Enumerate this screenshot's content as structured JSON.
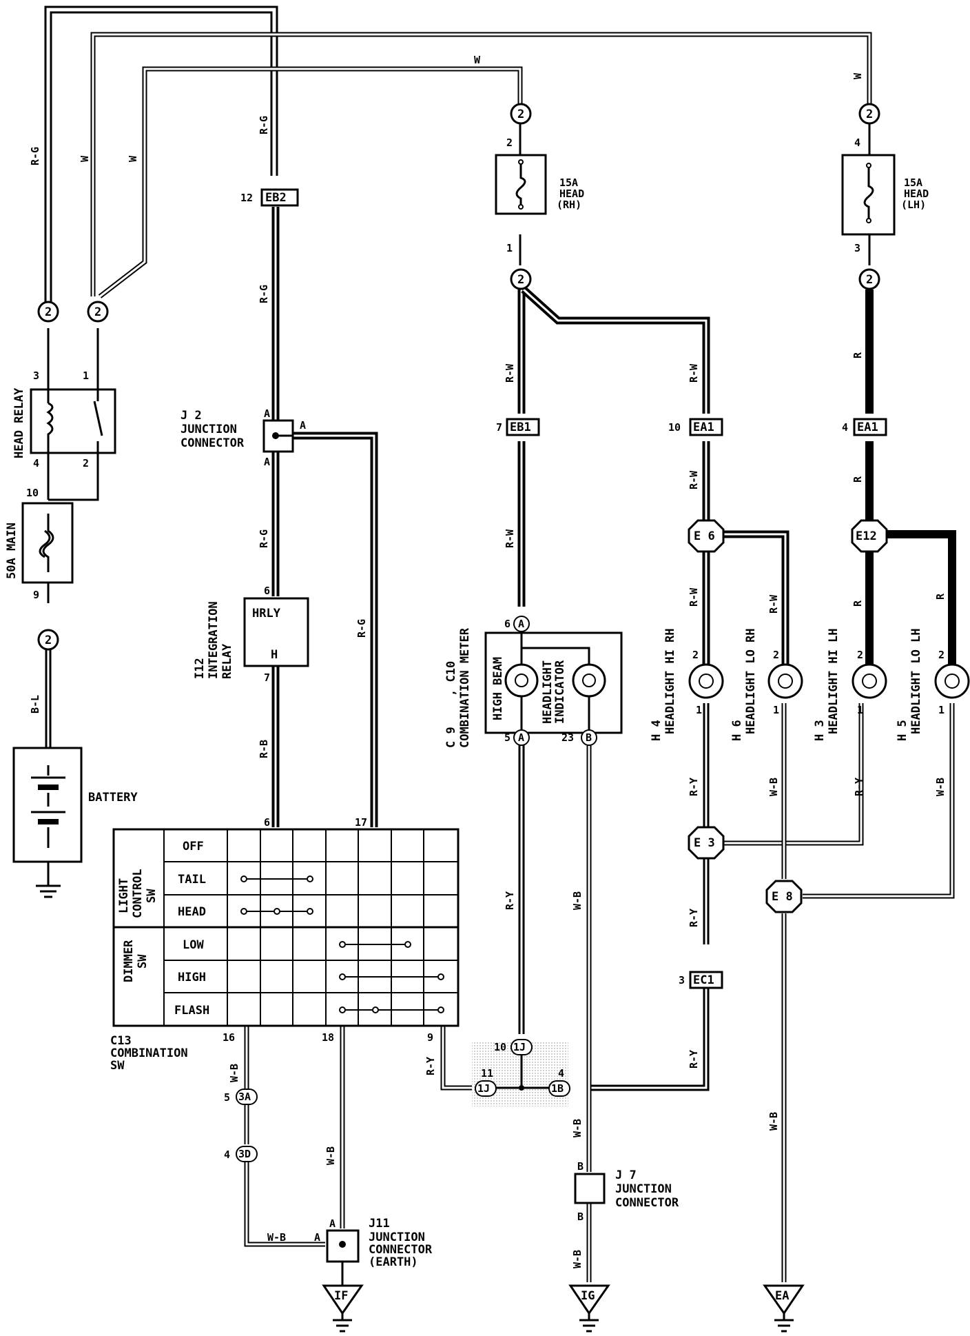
{
  "wire_colors": {
    "rg": "R-G",
    "w": "W",
    "rw": "R-W",
    "r": "R",
    "bl": "B-L",
    "rb": "R-B",
    "ry": "R-Y",
    "wb": "W-B"
  },
  "components": {
    "head_relay": "HEAD RELAY",
    "main_fuse": "50A MAIN",
    "battery": "BATTERY",
    "fuse_rh": [
      "15A",
      "HEAD",
      "(RH)"
    ],
    "fuse_lh": [
      "15A",
      "HEAD",
      "(LH)"
    ],
    "j2": [
      "J 2",
      "JUNCTION",
      "CONNECTOR"
    ],
    "i12": [
      "I12",
      "INTEGRATION",
      "RELAY"
    ],
    "i12_labels": {
      "top": "HRLY",
      "bottom": "H"
    },
    "combo_meter": [
      "C 9",
      ", C10",
      "COMBINATION METER"
    ],
    "high_beam": "HIGH BEAM",
    "headlight_indicator": [
      "HEADLIGHT",
      "INDICATOR"
    ],
    "h4": [
      "H 4",
      "HEADLIGHT HI RH"
    ],
    "h6": [
      "H 6",
      "HEADLIGHT LO RH"
    ],
    "h3": [
      "H 3",
      "HEADLIGHT HI LH"
    ],
    "h5": [
      "H 5",
      "HEADLIGHT LO LH"
    ],
    "c13": [
      "C13",
      "COMBINATION",
      "SW"
    ],
    "j7": [
      "J 7",
      "JUNCTION",
      "CONNECTOR"
    ],
    "j11": [
      "J11",
      "JUNCTION",
      "CONNECTOR",
      "(EARTH)"
    ]
  },
  "connectors": {
    "eb2": "EB2",
    "eb1": "EB1",
    "ea1": "EA1",
    "ec1": "EC1",
    "e6": "E 6",
    "e12": "E12",
    "e3": "E 3",
    "e8": "E 8"
  },
  "circle_labels": {
    "two": "2",
    "a": "A",
    "b": "B",
    "1j": "1J",
    "1b": "1B",
    "3a": "3A",
    "3d": "3D"
  },
  "grounds": {
    "if": "IF",
    "ig": "IG",
    "ea": "EA"
  },
  "switch_table": {
    "group_light": [
      "LIGHT",
      "CONTROL",
      "SW"
    ],
    "group_dimmer": [
      "DIMMER",
      "SW"
    ],
    "rows": [
      "OFF",
      "TAIL",
      "HEAD",
      "LOW",
      "HIGH",
      "FLASH"
    ]
  },
  "pins": {
    "p1": "1",
    "p2": "2",
    "p3": "3",
    "p4": "4",
    "p5": "5",
    "p6": "6",
    "p7": "7",
    "p9": "9",
    "p10": "10",
    "p11": "11",
    "p12": "12",
    "p16": "16",
    "p17": "17",
    "p18": "18",
    "p23": "23",
    "pA": "A",
    "pB": "B"
  }
}
